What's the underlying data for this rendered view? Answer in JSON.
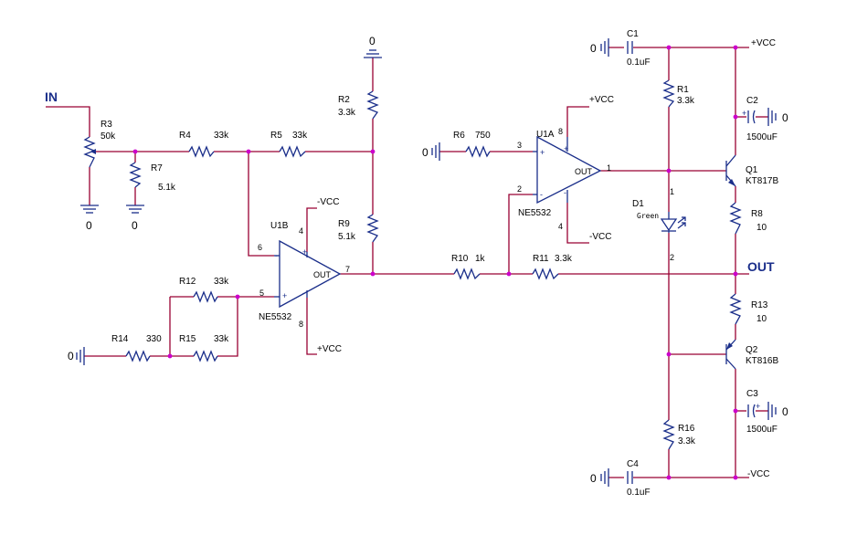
{
  "nets": {
    "in": "IN",
    "out": "OUT",
    "pos": "+VCC",
    "neg": "-VCC",
    "gnd": "0"
  },
  "resistors": {
    "r1": {
      "ref": "R1",
      "value": "3.3k"
    },
    "r2": {
      "ref": "R2",
      "value": "3.3k"
    },
    "r3": {
      "ref": "R3",
      "value": "50k"
    },
    "r4": {
      "ref": "R4",
      "value": "33k"
    },
    "r5": {
      "ref": "R5",
      "value": "33k"
    },
    "r6": {
      "ref": "R6",
      "value": "750"
    },
    "r7": {
      "ref": "R7",
      "value": "5.1k"
    },
    "r8": {
      "ref": "R8",
      "value": "10"
    },
    "r9": {
      "ref": "R9",
      "value": "5.1k"
    },
    "r10": {
      "ref": "R10",
      "value": "1k"
    },
    "r11": {
      "ref": "R11",
      "value": "3.3k"
    },
    "r12": {
      "ref": "R12",
      "value": "33k"
    },
    "r13": {
      "ref": "R13",
      "value": "10"
    },
    "r14": {
      "ref": "R14",
      "value": "330"
    },
    "r15": {
      "ref": "R15",
      "value": "33k"
    },
    "r16": {
      "ref": "R16",
      "value": "3.3k"
    }
  },
  "capacitors": {
    "c1": {
      "ref": "C1",
      "value": "0.1uF"
    },
    "c2": {
      "ref": "C2",
      "value": "1500uF"
    },
    "c3": {
      "ref": "C3",
      "value": "1500uF"
    },
    "c4": {
      "ref": "C4",
      "value": "0.1uF"
    }
  },
  "opamps": {
    "u1a": {
      "ref": "U1A",
      "part": "NE5532",
      "out_label": "OUT",
      "pin_in_plus": "3",
      "pin_in_minus": "2",
      "pin_out": "1",
      "pin_vpos": "8",
      "pin_vneg": "4"
    },
    "u1b": {
      "ref": "U1B",
      "part": "NE5532",
      "out_label": "OUT",
      "pin_in_plus": "5",
      "pin_in_minus": "6",
      "pin_out": "7",
      "pin_vpos": "8",
      "pin_vneg": "4"
    }
  },
  "transistors": {
    "q1": {
      "ref": "Q1",
      "part": "KT817B"
    },
    "q2": {
      "ref": "Q2",
      "part": "KT816B"
    }
  },
  "led": {
    "ref": "D1",
    "color": "Green",
    "pin_a": "1",
    "pin_k": "2"
  },
  "signs": {
    "plus": "+",
    "minus": "-"
  },
  "colors": {
    "wire": "#990033",
    "part": "#1a2e8a",
    "junction": "#cc00cc",
    "background": "#ffffff"
  }
}
